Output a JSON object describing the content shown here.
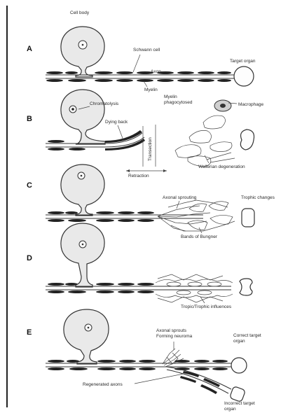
{
  "panels": {
    "A": {
      "letter": "A",
      "cell_body": "Cell body",
      "schwann_cell": "Schwann cell",
      "axon": "Axon",
      "myelin": "Myelin",
      "target_organ": "Target organ"
    },
    "B": {
      "letter": "B",
      "chromatolysis": "Chromatolysis",
      "dying_back": "Dying back",
      "myelin_phagocytosed_1": "Myelin",
      "myelin_phagocytosed_2": "phagocytosed",
      "macrophage": "Macrophage",
      "transection": "Transection",
      "retraction": "Retraction",
      "wallerian": "Wallerian degeneration"
    },
    "C": {
      "letter": "C",
      "axonal_sprouting": "Axonal sprouting",
      "trophic_changes": "Trophic changes",
      "bands_of_bungner": "Bands of Bungner"
    },
    "D": {
      "letter": "D",
      "tropic_influences": "Tropic/Trophic influences"
    },
    "E": {
      "letter": "E",
      "axonal_sprouts": "Axonal sprouts",
      "forming_neuroma": "Forming neuroma",
      "correct_target_1": "Correct target",
      "correct_target_2": "organ",
      "regenerated_axons": "Regenerated axons",
      "incorrect_target_1": "Incorrect target",
      "incorrect_target_2": "organ"
    }
  }
}
